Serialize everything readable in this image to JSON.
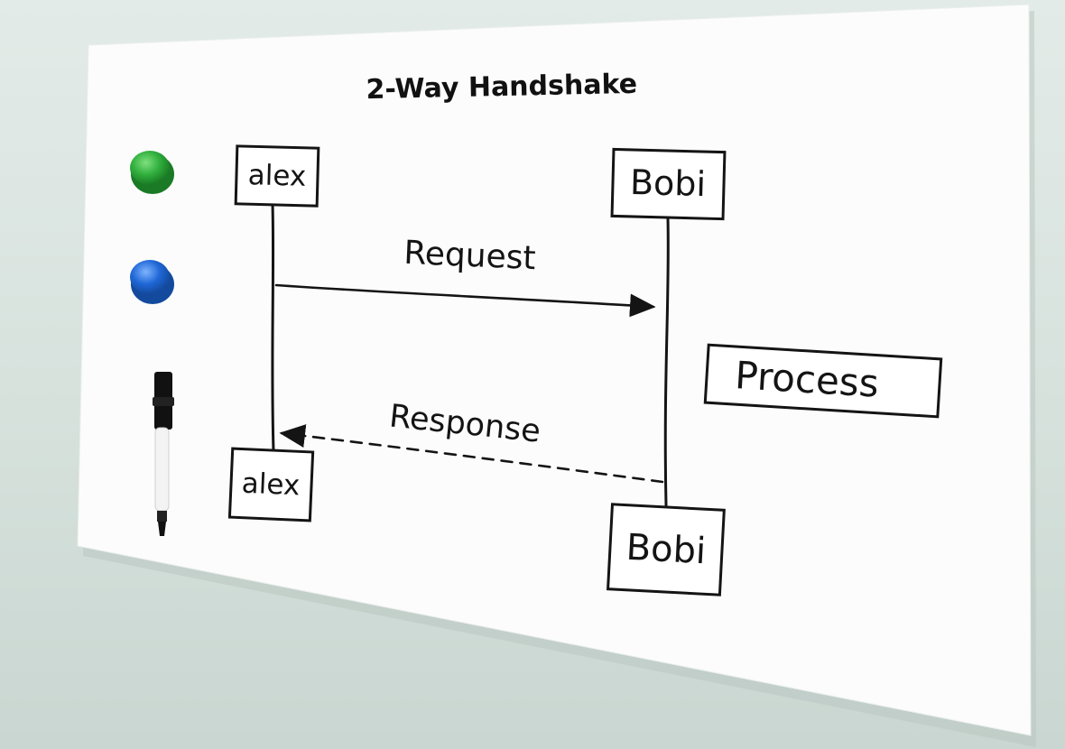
{
  "title": "2-Way Handshake",
  "participants": {
    "top_left": "alex",
    "top_right": "Bobi",
    "bottom_left": "alex",
    "bottom_right": "Bobi"
  },
  "messages": {
    "request": "Request",
    "response": "Response"
  },
  "process_label": "Process",
  "colors": {
    "board": "#fbfcfb",
    "ink": "#141414",
    "magnet_green": "#2fae3c",
    "magnet_blue": "#1f67d6",
    "marker": "#111111"
  }
}
